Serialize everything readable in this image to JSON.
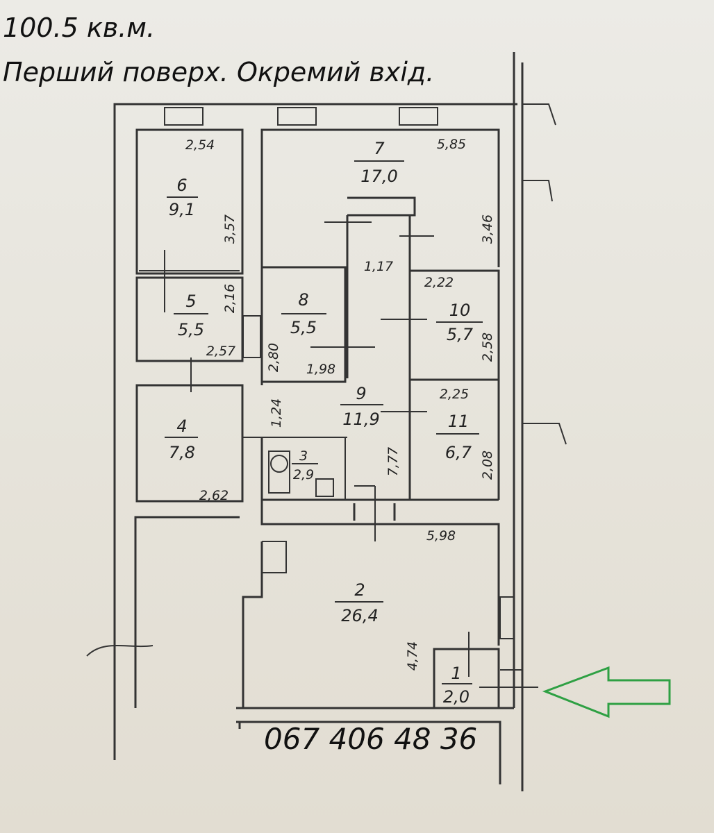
{
  "header": {
    "area": "100.5 кв.м.",
    "subtitle": "Перший поверх. Окремий вхід."
  },
  "rooms": [
    {
      "no": "6",
      "area": "9,1"
    },
    {
      "no": "5",
      "area": "5,5"
    },
    {
      "no": "4",
      "area": "7,8"
    },
    {
      "no": "7",
      "area": "17,0"
    },
    {
      "no": "8",
      "area": "5,5"
    },
    {
      "no": "10",
      "area": "5,7"
    },
    {
      "no": "9",
      "area": "11,9"
    },
    {
      "no": "11",
      "area": "6,7"
    },
    {
      "no": "3",
      "area": "2,9"
    },
    {
      "no": "2",
      "area": "26,4"
    },
    {
      "no": "1",
      "area": "2,0"
    }
  ],
  "dimensions": [
    "2,54",
    "3,57",
    "2,16",
    "2,57",
    "2,62",
    "5,85",
    "3,46",
    "1,17",
    "2,22",
    "2,80",
    "1,98",
    "2,58",
    "2,25",
    "1,24",
    "7,77",
    "2,08",
    "5,98",
    "4,74"
  ],
  "contact": {
    "phone": "067 406 48 36"
  },
  "colors": {
    "entrance_arrow": "#2ea043",
    "ink": "#222222",
    "paper": "#e9e6df"
  }
}
